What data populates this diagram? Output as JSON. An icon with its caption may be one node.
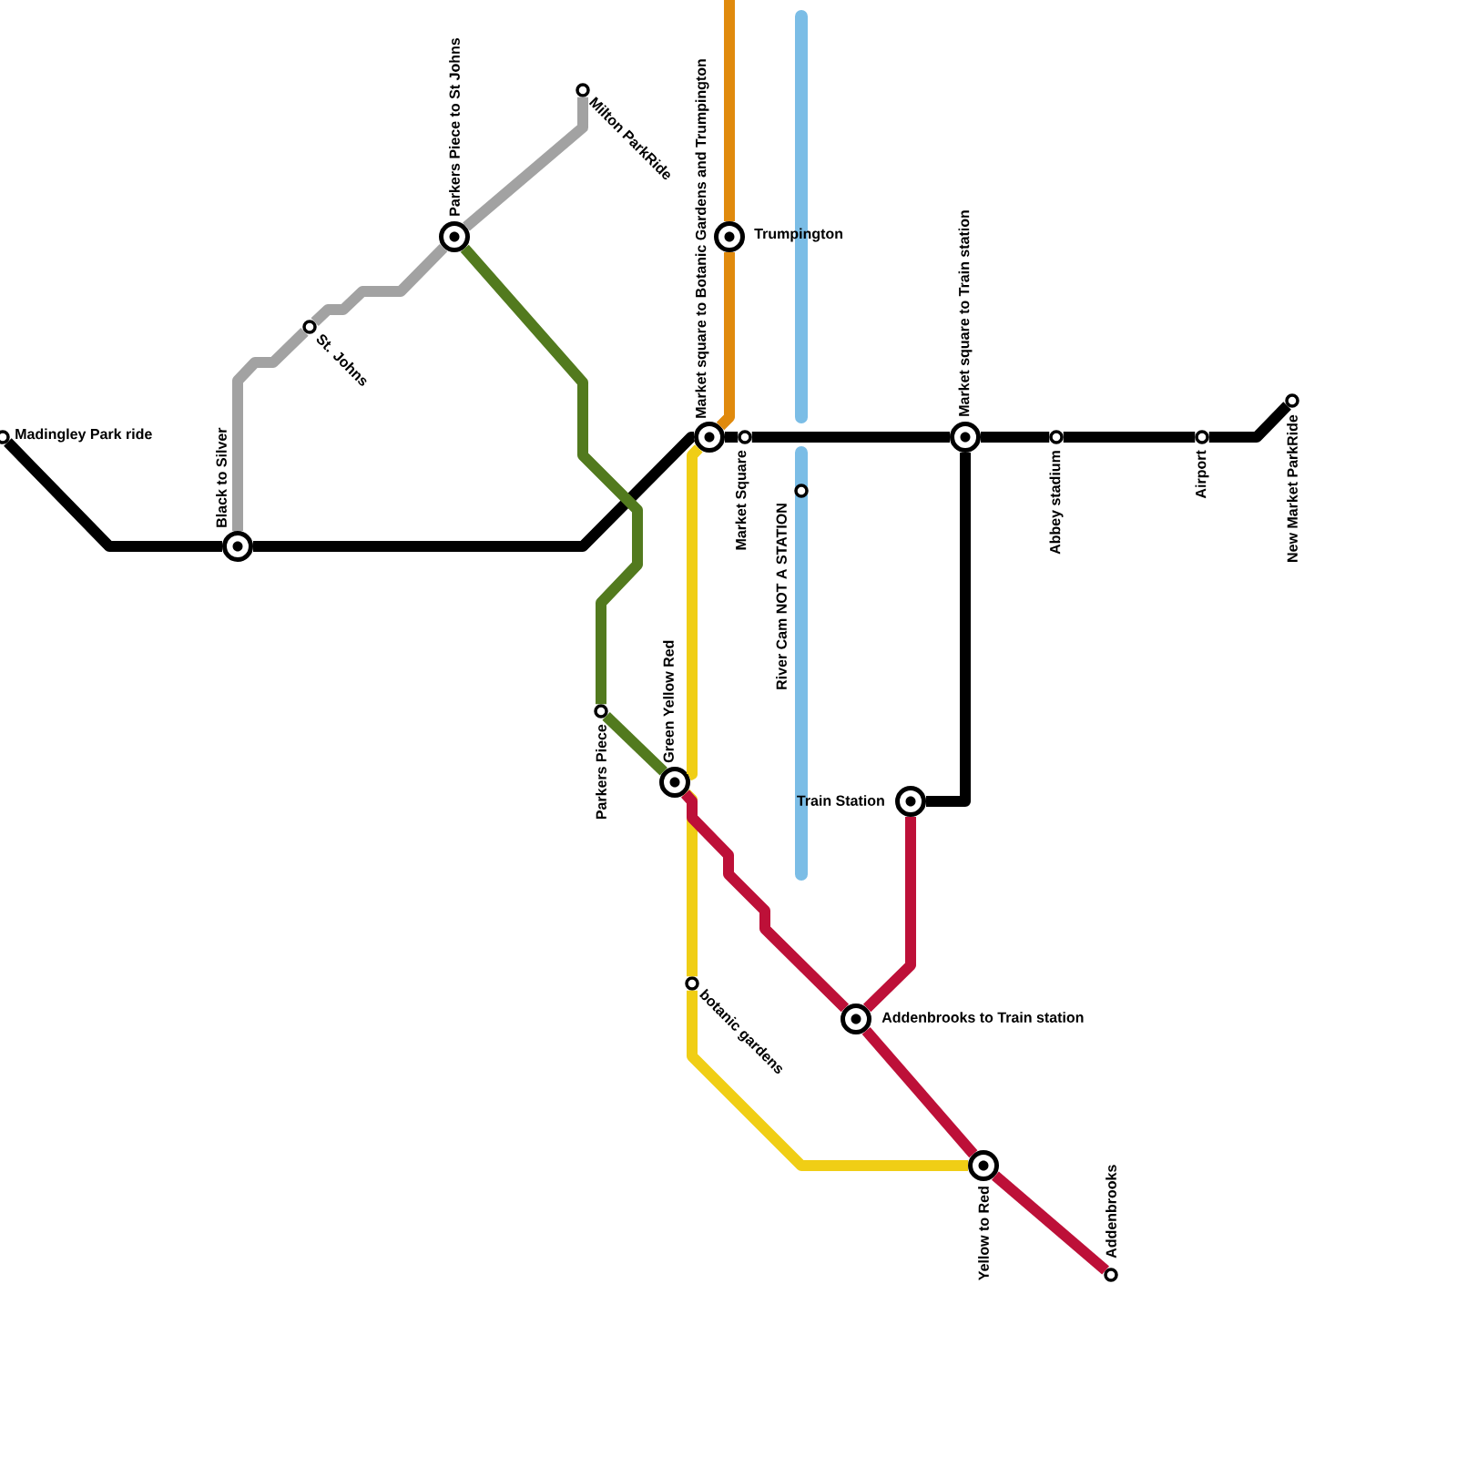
{
  "diagram": {
    "nodes": [
      {
        "text": [
          "Madingley Park ride"
        ]
      },
      {
        "text": [
          "Black to Silver"
        ]
      },
      {
        "text": [
          "St. Johns"
        ]
      },
      {
        "text": [
          "Parkers Piece to St Johns"
        ]
      },
      {
        "text": [
          "Milton ParkRide"
        ]
      },
      {
        "text": [
          "Trumpington"
        ]
      },
      {
        "text": [
          "Market square to Botanic Gardens and Trumpington"
        ]
      },
      {
        "text": [
          "Market Square"
        ]
      },
      {
        "text": [
          "River Cam NOT A STATION"
        ]
      },
      {
        "text": [
          "Market square to Train station"
        ]
      },
      {
        "text": [
          "Abbey stadium"
        ]
      },
      {
        "text": [
          "Airport"
        ]
      },
      {
        "text": [
          "New Market ParkRide"
        ]
      },
      {
        "text": [
          "Parkers Piece"
        ]
      },
      {
        "text": [
          "Green Yellow Red"
        ]
      },
      {
        "text": [
          "Train Station"
        ]
      },
      {
        "text": [
          "botanic gardens"
        ]
      },
      {
        "text": [
          "Addenbrooks to Train station"
        ]
      },
      {
        "text": [
          "Yellow to Red"
        ]
      },
      {
        "text": [
          "Addenbrooks"
        ]
      }
    ],
    "edges": [
      {
        "from": 0,
        "to": 1,
        "arrow": "none"
      },
      {
        "from": 1,
        "to": 6,
        "arrow": "none"
      },
      {
        "from": 6,
        "to": 7,
        "arrow": "none"
      },
      {
        "from": 7,
        "to": 9,
        "arrow": "none"
      },
      {
        "from": 9,
        "to": 10,
        "arrow": "none"
      },
      {
        "from": 10,
        "to": 11,
        "arrow": "none"
      },
      {
        "from": 11,
        "to": 12,
        "arrow": "none"
      },
      {
        "from": 9,
        "to": 15,
        "arrow": "none"
      },
      {
        "from": 1,
        "to": 2,
        "arrow": "none",
        "color": "#a2a2a2"
      },
      {
        "from": 2,
        "to": 3,
        "arrow": "none",
        "color": "#a2a2a2"
      },
      {
        "from": 3,
        "to": 4,
        "arrow": "none",
        "color": "#a2a2a2"
      },
      {
        "from": 3,
        "to": 13,
        "arrow": "none",
        "color": "#527a1e"
      },
      {
        "from": 13,
        "to": 14,
        "arrow": "none",
        "color": "#527a1e"
      },
      {
        "from": null,
        "to": 5,
        "arrow": "none",
        "color": "#e08a0d"
      },
      {
        "from": 5,
        "to": 6,
        "arrow": "none",
        "color": "#e08a0d"
      },
      {
        "from": 6,
        "to": 14,
        "arrow": "none",
        "color": "#f0ce15"
      },
      {
        "from": 14,
        "to": 16,
        "arrow": "none",
        "color": "#f0ce15"
      },
      {
        "from": 16,
        "to": 18,
        "arrow": "none",
        "color": "#f0ce15"
      },
      {
        "from": 14,
        "to": 17,
        "arrow": "none",
        "color": "#bd1038"
      },
      {
        "from": 17,
        "to": 18,
        "arrow": "none",
        "color": "#bd1038"
      },
      {
        "from": 18,
        "to": 19,
        "arrow": "none",
        "color": "#bd1038"
      },
      {
        "from": 17,
        "to": 15,
        "arrow": "none",
        "color": "#bd1038"
      }
    ]
  }
}
